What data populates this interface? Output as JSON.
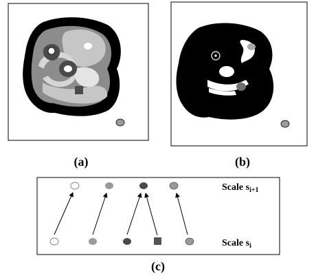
{
  "figure": {
    "panel_a": {
      "label": "(a)"
    },
    "panel_b": {
      "label": "(b)"
    },
    "panel_c": {
      "label": "(c)",
      "row_top": {
        "scale_word": "Scale s",
        "subscript": "i+1"
      },
      "row_bottom": {
        "scale_word": "Scale s",
        "subscript": "i"
      }
    }
  },
  "colors": {
    "black": "#000000",
    "dark_gray": "#4a4a4a",
    "mid_gray": "#8c8c8c",
    "light_gray": "#c6c6c6",
    "very_light": "#e4e4e4",
    "white": "#ffffff",
    "dot_light": "#9a9a9a",
    "dot_mid": "#a8a8a8"
  }
}
